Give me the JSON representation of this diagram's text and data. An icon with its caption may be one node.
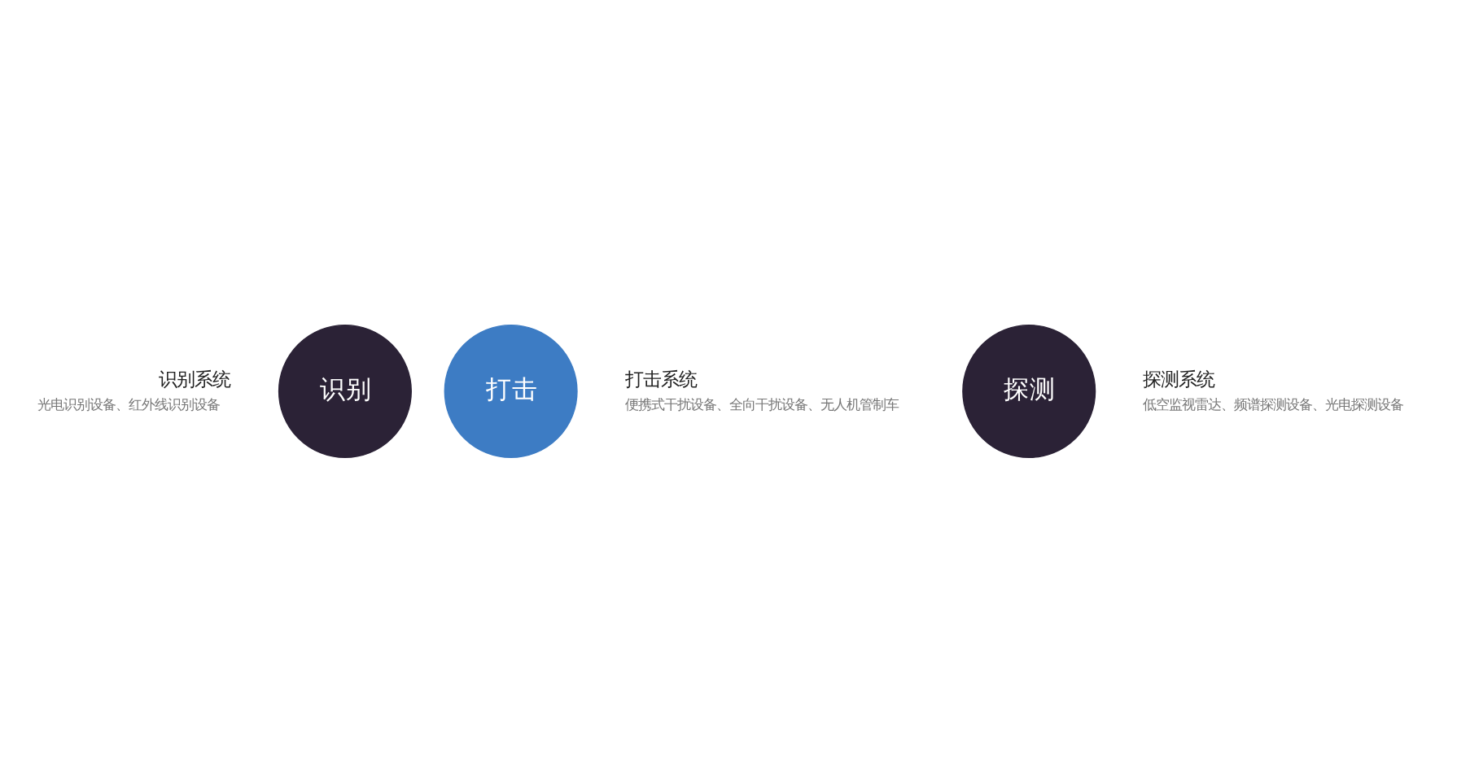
{
  "diagram": {
    "nodes": [
      {
        "text": [
          "识别"
        ],
        "beside": [
          "识别系统",
          "光电识别设备、红外线识别设备"
        ]
      },
      {
        "text": [
          "打击"
        ],
        "beside": [
          "打击系统",
          "便携式干扰设备、全向干扰设备、无人机管制车"
        ]
      },
      {
        "text": [
          "探测"
        ],
        "beside": [
          "探测系统",
          "低空监视雷达、频谱探测设备、光电探测设备"
        ]
      }
    ]
  }
}
